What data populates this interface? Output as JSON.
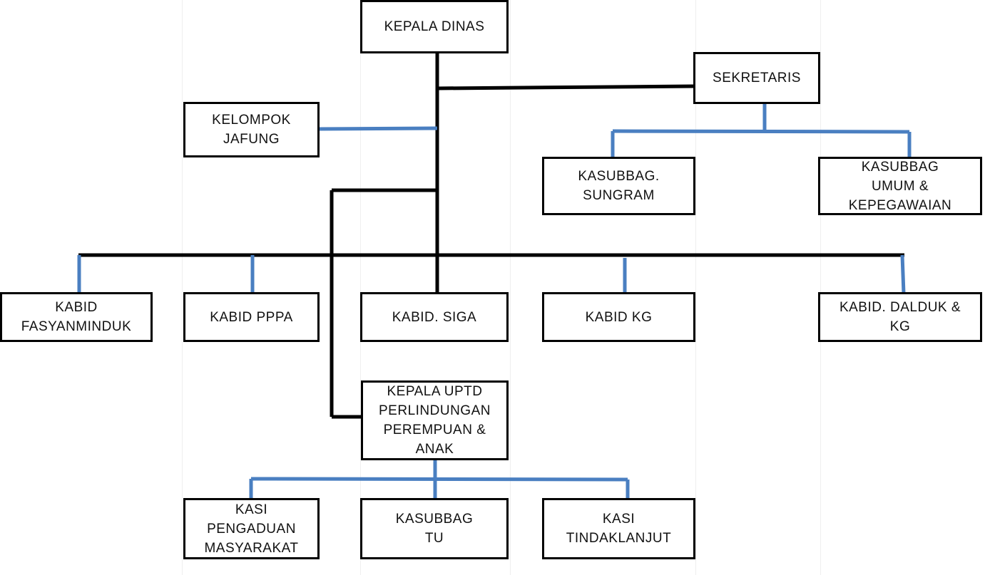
{
  "colors": {
    "box_border": "#000000",
    "primary_line": "#000000",
    "secondary_line": "#4a7fc1"
  },
  "nodes": {
    "kepala_dinas": "KEPALA DINAS",
    "sekretaris": "SEKRETARIS",
    "kelompok_jafung": "KELOMPOK\nJAFUNG",
    "kasubbag_sungram": "KASUBBAG.\nSUNGRAM",
    "kasubbag_umum": "KASUBBAG\nUMUM &\nKEPEGAWAIAN",
    "kabid_fasyanminduk": "KABID\nFASYANMINDUK",
    "kabid_pppa": "KABID PPPA",
    "kabid_siga": "KABID. SIGA",
    "kabid_kg": "KABID KG",
    "kabid_dalduk": "KABID. DALDUK &\nKG",
    "kepala_uptd": "KEPALA UPTD\nPERLINDUNGAN\nPEREMPUAN &\nANAK",
    "kasi_pengaduan": "KASI\nPENGADUAN\nMASYARAKAT",
    "kasubbag_tu": "KASUBBAG\nTU",
    "kasi_tindaklanjut": "KASI\nTINDAKLANJUT"
  }
}
